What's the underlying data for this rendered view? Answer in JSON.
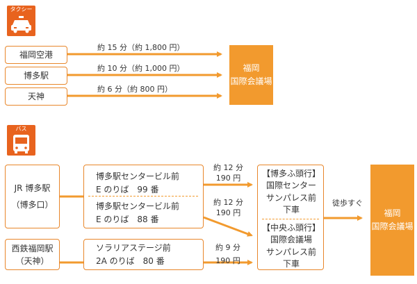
{
  "taxi": {
    "badge_label": "タクシー",
    "origins": [
      "福岡空港",
      "博多駅",
      "天神"
    ],
    "times": [
      "約 15 分（約 1,800 円）",
      "約 10 分（約 1,000 円）",
      "約 6 分（約 800 円）"
    ],
    "destination": [
      "福岡",
      "国際会議場"
    ]
  },
  "bus": {
    "badge_label": "バス",
    "origin_hakata": [
      "JR 博多駅",
      "（博多口）"
    ],
    "origin_tenjin": [
      "西鉄福岡駅",
      "（天神）"
    ],
    "stop_1": [
      "博多駅センタービル前",
      "E のりば　99 番"
    ],
    "stop_2": [
      "博多駅センタービル前",
      "E のりば　88 番"
    ],
    "stop_3": [
      "ソラリアステージ前",
      "2A のりば　80 番"
    ],
    "fare_1": [
      "約 12 分",
      "190 円"
    ],
    "fare_2": [
      "約 12 分",
      "190 円"
    ],
    "fare_3": [
      "約 9 分",
      "190 円"
    ],
    "alight_1": [
      "【博多ふ頭行】",
      "国際センター",
      "サンパレス前",
      "下車"
    ],
    "alight_2": [
      "【中央ふ頭行】",
      "国際会議場",
      "サンパレス前",
      "下車"
    ],
    "walk": "徒歩すぐ",
    "destination": [
      "福岡",
      "国際会議場"
    ]
  },
  "colors": {
    "accent": "#f29a2e",
    "border": "#e8862a",
    "badge": "#e8631e"
  }
}
